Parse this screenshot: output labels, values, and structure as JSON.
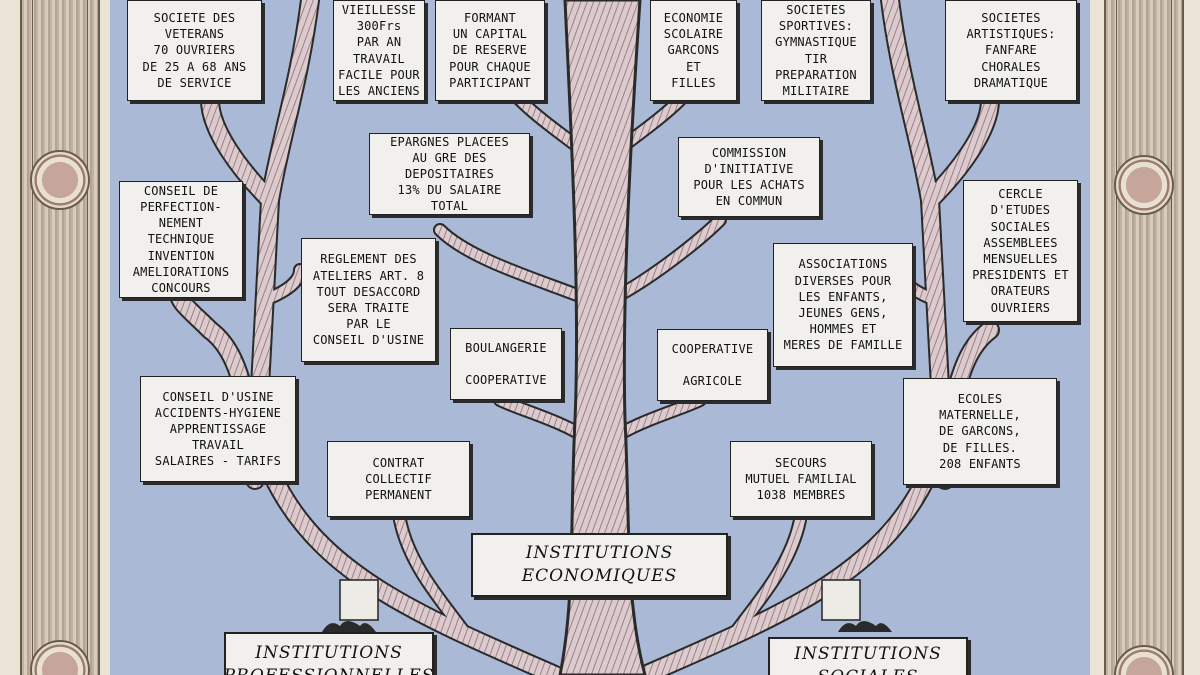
{
  "boxes": {
    "veterans": "SOCIETE DES\nVETERANS\n70 OUVRIERS\nDE 25 A 68 ANS\nDE SERVICE",
    "vieillesse": "VIEILLESSE\n300Frs\nPAR AN\nTRAVAIL\nFACILE POUR\nLES ANCIENS",
    "capital": "FORMANT\nUN CAPITAL\nDE RESERVE\nPOUR CHAQUE\nPARTICIPANT",
    "economie": "ECONOMIE\nSCOLAIRE\nGARCONS\nET\nFILLES",
    "sportives": "SOCIETES\nSPORTIVES:\nGYMNASTIQUE\nTIR\nPREPARATION\nMILITAIRE",
    "artistiques": "SOCIETES\nARTISTIQUES:\nFANFARE\nCHORALES\nDRAMATIQUE",
    "epargnes": "EPARGNES PLACEES\nAU GRE DES\nDEPOSITAIRES\n13% DU SALAIRE\nTOTAL",
    "commission": "COMMISSION\nD'INITIATIVE\nPOUR LES ACHATS\nEN COMMUN",
    "perfectionnement": "CONSEIL DE\nPERFECTION-\nNEMENT\nTECHNIQUE\nINVENTION\nAMELIORATIONS\nCONCOURS",
    "cercle": "CERCLE\nD'ETUDES\nSOCIALES\nASSEMBLEES\nMENSUELLES\nPRESIDENTS ET\nORATEURS\nOUVRIERS",
    "reglement": "REGLEMENT DES\nATELIERS ART. 8\nTOUT DESACCORD\nSERA TRAITE\nPAR LE\nCONSEIL D'USINE",
    "associations": "ASSOCIATIONS\nDIVERSES POUR\nLES ENFANTS,\nJEUNES GENS,\nHOMMES ET\nMERES DE FAMILLE",
    "boulangerie": "BOULANGERIE\n\nCOOPERATIVE",
    "agricole": "COOPERATIVE\n\nAGRICOLE",
    "conseil_usine": "CONSEIL D'USINE\nACCIDENTS-HYGIENE\nAPPRENTISSAGE\nTRAVAIL\nSALAIRES - TARIFS",
    "ecoles": "ECOLES\nMATERNELLE,\nDE GARCONS,\nDE FILLES.\n208 ENFANTS",
    "contrat": "CONTRAT\nCOLLECTIF\nPERMANENT",
    "secours": "SECOURS\nMUTUEL FAMILIAL\n1038 MEMBRES",
    "economiques": "INSTITUTIONS\nECONOMIQUES",
    "professionnelles": "INSTITUTIONS\nPROFESSIONNELLES",
    "sociales": "INSTITUTIONS\nSOCIALES"
  },
  "colors": {
    "background": "#a9b9d6",
    "box_fill": "#f1f0ec",
    "branch": "#d9c9cd",
    "outline": "#222222"
  }
}
